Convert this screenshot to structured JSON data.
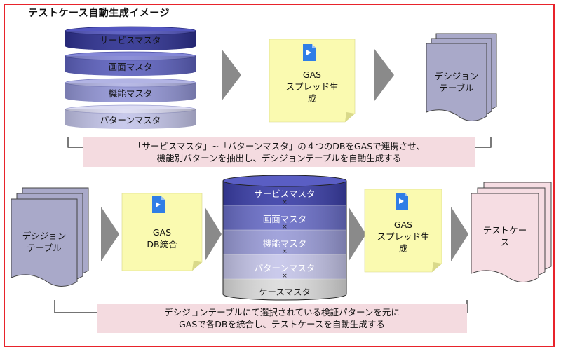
{
  "title": "テストケース自動生成イメージ",
  "top": {
    "masters": [
      "サービスマスタ",
      "画面マスタ",
      "機能マスタ",
      "パターンマスタ"
    ],
    "gas_note": [
      "GAS",
      "スプレッド生",
      "成"
    ],
    "output_doc": [
      "デシジョン",
      "テーブル"
    ],
    "caption": [
      "「サービスマスタ」~「パターンマスタ」の４つのDBをGASで連携させ、",
      "機能別パターンを抽出し、デシジョンテーブルを自動生成する"
    ]
  },
  "bottom": {
    "input_doc": [
      "デシジョン",
      "テーブル"
    ],
    "gas_merge_note": [
      "GAS",
      "DB統合"
    ],
    "db_stack": [
      "サービスマスタ",
      "画面マスタ",
      "機能マスタ",
      "パターンマスタ",
      "ケースマスタ"
    ],
    "separator": "×",
    "gas_note": [
      "GAS",
      "スプレッド生",
      "成"
    ],
    "output_doc": [
      "テストケー",
      "ス"
    ],
    "caption": [
      "デシジョンテーブルにて選択されている検証パターンを元に",
      "GASで各DBを統合し、テストケースを自動生成する"
    ]
  },
  "colors": {
    "frame": "#e8232b",
    "db_dark": "#3b3fa8",
    "db_mid": "#6a6ec8",
    "db_light": "#9a9cd8",
    "db_pale": "#c6c6ea",
    "db_gray": "#dcdcdc",
    "note": "#fafab0",
    "doc_purple": "#a9a9c9",
    "doc_pink": "#f6dde3",
    "caption_bg": "#f4dbe0",
    "arrow": "#888888",
    "gas_icon": "#2f7ee6"
  },
  "icons": [
    "gas-script-icon"
  ]
}
